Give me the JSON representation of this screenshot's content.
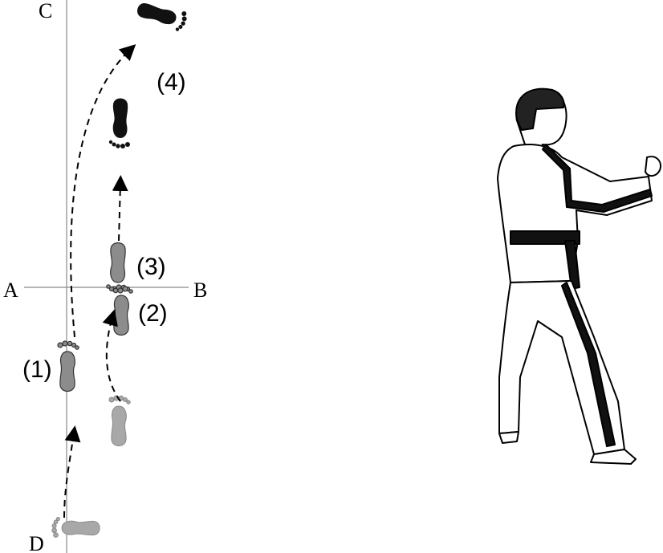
{
  "axes": {
    "top": "C",
    "left": "A",
    "right": "B",
    "bottom": "D"
  },
  "steps": [
    "(1)",
    "(2)",
    "(3)",
    "(4)"
  ],
  "colors": {
    "light": "#a8a8a8",
    "medium": "#8c8c8c",
    "dark": "#111111"
  }
}
